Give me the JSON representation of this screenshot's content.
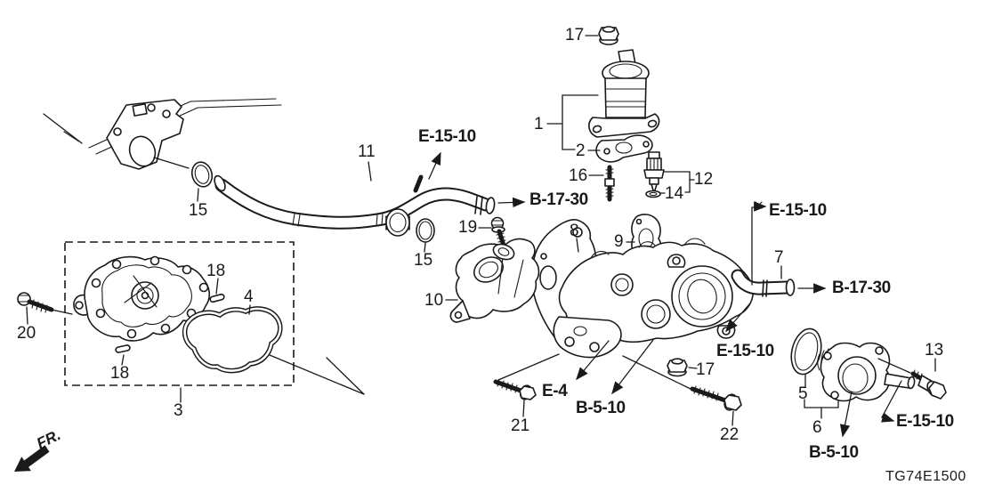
{
  "diagram": {
    "code": "TG74E1500",
    "fr_label": "FR.",
    "colors": {
      "line": "#1a1a1a",
      "background": "#ffffff"
    },
    "parts": {
      "p1": "1",
      "p2": "2",
      "p3": "3",
      "p4": "4",
      "p5": "5",
      "p6": "6",
      "p7": "7",
      "p8": "8",
      "p9": "9",
      "p10": "10",
      "p11": "11",
      "p12": "12",
      "p13": "13",
      "p14": "14",
      "p15_left": "15",
      "p15_mid": "15",
      "p16": "16",
      "p17_top": "17",
      "p17_bottom": "17",
      "p18_top": "18",
      "p18_bottom": "18",
      "p19": "19",
      "p20": "20",
      "p21": "21",
      "p22": "22"
    },
    "refs": {
      "e1510_pipe": "E-15-10",
      "e1510_upper": "E-15-10",
      "e1510_mid": "E-15-10",
      "e1510_bottom": "E-15-10",
      "b1730_pipe": "B-17-30",
      "b1730_hose": "B-17-30",
      "b510_mid": "B-5-10",
      "b510_bottom": "B-5-10",
      "e4": "E-4"
    }
  }
}
